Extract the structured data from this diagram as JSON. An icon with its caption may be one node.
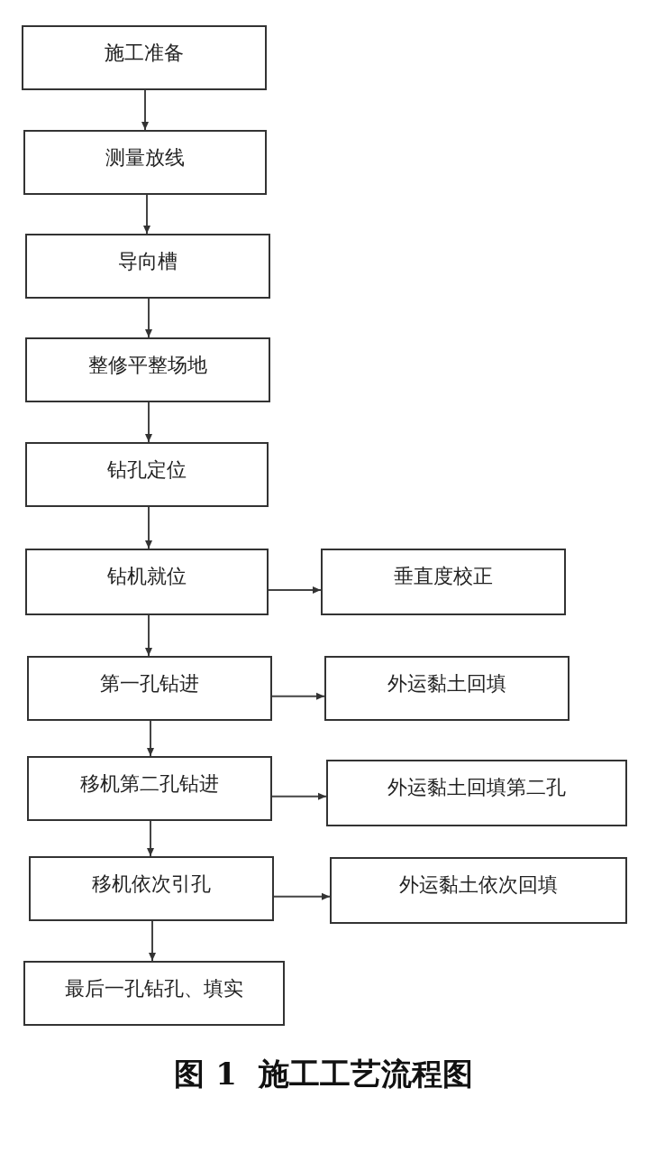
{
  "diagram": {
    "caption": "图 1  施工工艺流程图",
    "nodes": [
      {
        "text": [
          "施工准备"
        ]
      },
      {
        "text": [
          "测量放线"
        ]
      },
      {
        "text": [
          "导向槽"
        ]
      },
      {
        "text": [
          "整修平整场地"
        ]
      },
      {
        "text": [
          "钻孔定位"
        ]
      },
      {
        "text": [
          "钻机就位"
        ]
      },
      {
        "text": [
          "垂直度校正"
        ]
      },
      {
        "text": [
          "第一孔钻进"
        ]
      },
      {
        "text": [
          "外运黏土回填"
        ]
      },
      {
        "text": [
          "移机第二孔钻进"
        ]
      },
      {
        "text": [
          "外运黏土回填第二孔"
        ]
      },
      {
        "text": [
          "移机依次引孔"
        ]
      },
      {
        "text": [
          "外运黏土依次回填"
        ]
      },
      {
        "text": [
          "最后一孔钻孔、填实"
        ]
      }
    ],
    "edges": [
      {
        "from": 0,
        "to": 1,
        "arrow": "to"
      },
      {
        "from": 1,
        "to": 2,
        "arrow": "to"
      },
      {
        "from": 2,
        "to": 3,
        "arrow": "to"
      },
      {
        "from": 3,
        "to": 4,
        "arrow": "to"
      },
      {
        "from": 4,
        "to": 5,
        "arrow": "to"
      },
      {
        "from": 5,
        "to": 6,
        "arrow": "to"
      },
      {
        "from": 5,
        "to": 7,
        "arrow": "to"
      },
      {
        "from": 7,
        "to": 8,
        "arrow": "to"
      },
      {
        "from": 7,
        "to": 9,
        "arrow": "to"
      },
      {
        "from": 9,
        "to": 10,
        "arrow": "to"
      },
      {
        "from": 9,
        "to": 11,
        "arrow": "to"
      },
      {
        "from": 11,
        "to": 12,
        "arrow": "to"
      },
      {
        "from": 11,
        "to": 13,
        "arrow": "to"
      }
    ]
  }
}
